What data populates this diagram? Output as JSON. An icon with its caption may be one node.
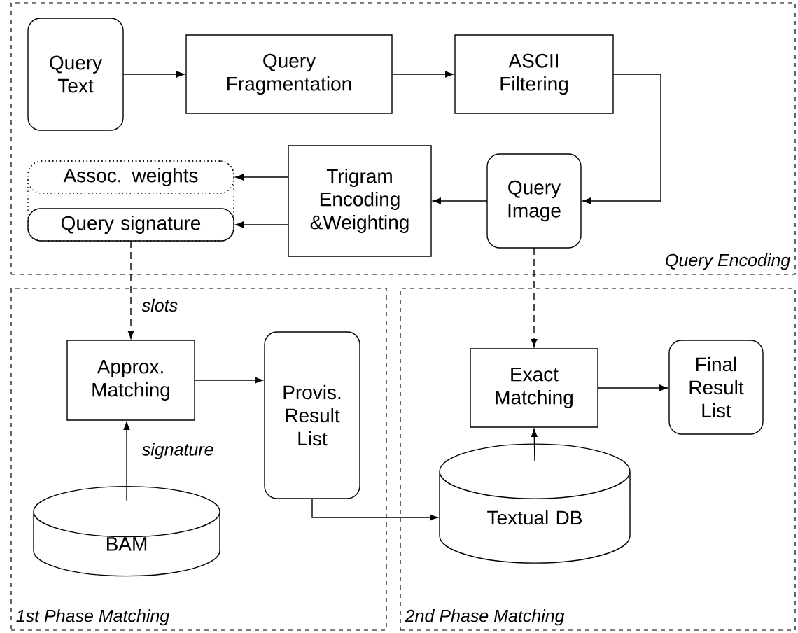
{
  "diagram": {
    "nodes": [
      {
        "text": [
          "Query Encoding"
        ]
      },
      {
        "text": [
          "1st Phase Matching"
        ]
      },
      {
        "text": [
          "2nd Phase Matching"
        ]
      },
      {
        "text": [
          "Query Text"
        ],
        "in": 0
      },
      {
        "text": [
          "Query Fragmentation"
        ],
        "in": 0
      },
      {
        "text": [
          "ASCII Filtering"
        ],
        "in": 0
      },
      {
        "text": [
          "Query Image"
        ],
        "in": 0
      },
      {
        "text": [
          "Trigram Encoding &Weighting"
        ],
        "in": 0
      },
      {
        "text": [],
        "shape": "box",
        "in": 0
      },
      {
        "text": [
          "Assoc. weights"
        ],
        "in": 8
      },
      {
        "text": [
          "Query signature"
        ],
        "in": 8
      },
      {
        "text": [
          "Approx. Matching"
        ],
        "in": 1
      },
      {
        "text": [
          "Provis. Result List"
        ],
        "in": 1
      },
      {
        "text": [
          "BAM"
        ],
        "in": 1
      },
      {
        "text": [
          "Exact Matching"
        ],
        "in": 2
      },
      {
        "text": [
          "Final Result List"
        ],
        "in": 2
      },
      {
        "text": [
          "Textual DB"
        ],
        "in": 2
      }
    ],
    "edges": [
      {
        "from": 3,
        "to": 4,
        "arrow": "to"
      },
      {
        "from": 4,
        "to": 5,
        "arrow": "to"
      },
      {
        "from": 5,
        "to": 6,
        "arrow": "to"
      },
      {
        "from": 6,
        "to": 7,
        "arrow": "to"
      },
      {
        "from": 7,
        "to": 9,
        "arrow": "to"
      },
      {
        "from": 7,
        "to": 10,
        "arrow": "to"
      },
      {
        "from": 10,
        "to": 11,
        "arrow": "to",
        "style": "dashed",
        "label": "slots"
      },
      {
        "from": 6,
        "to": 14,
        "arrow": "to",
        "style": "dashed"
      },
      {
        "from": 13,
        "to": 11,
        "arrow": "to",
        "label": "signature"
      },
      {
        "from": 11,
        "to": 12,
        "arrow": "to"
      },
      {
        "from": 12,
        "to": 16,
        "arrow": "to"
      },
      {
        "from": 16,
        "to": 14,
        "arrow": "to"
      },
      {
        "from": 14,
        "to": 15,
        "arrow": "to"
      }
    ]
  }
}
